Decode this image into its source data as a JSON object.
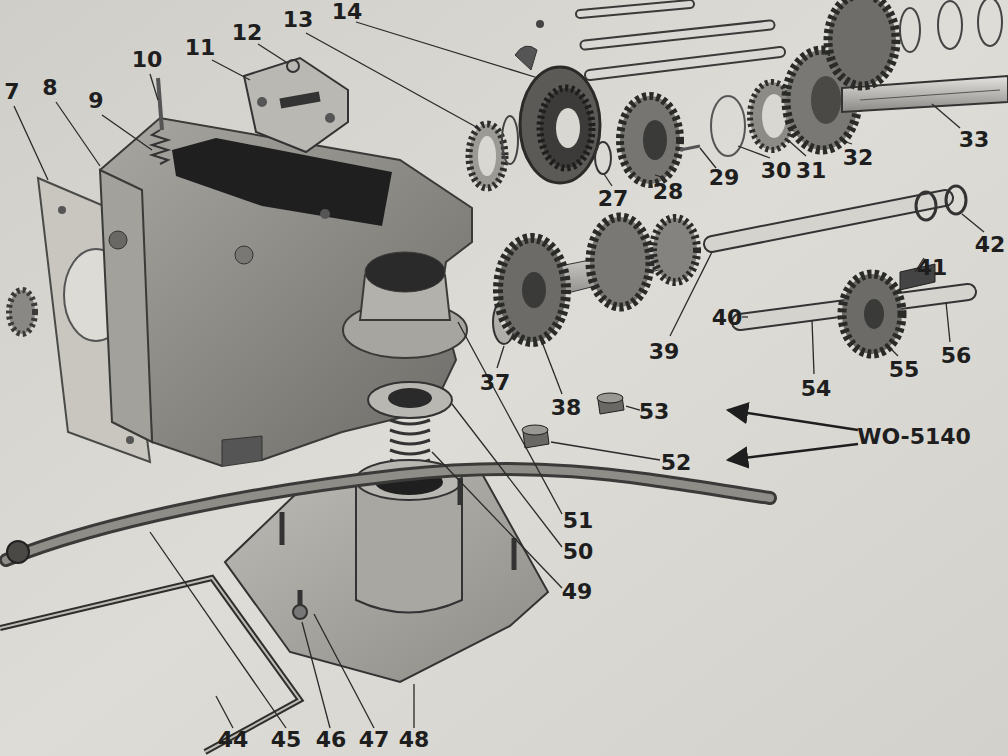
{
  "diagram": {
    "labels": [
      "7",
      "8",
      "9",
      "10",
      "11",
      "12",
      "13",
      "14",
      "27",
      "28",
      "29",
      "30",
      "31",
      "32",
      "33",
      "37",
      "38",
      "39",
      "40",
      "41",
      "42",
      "54",
      "55",
      "56",
      "53",
      "52",
      "WO-5140",
      "51",
      "50",
      "49",
      "44",
      "45",
      "46",
      "47",
      "48"
    ]
  }
}
